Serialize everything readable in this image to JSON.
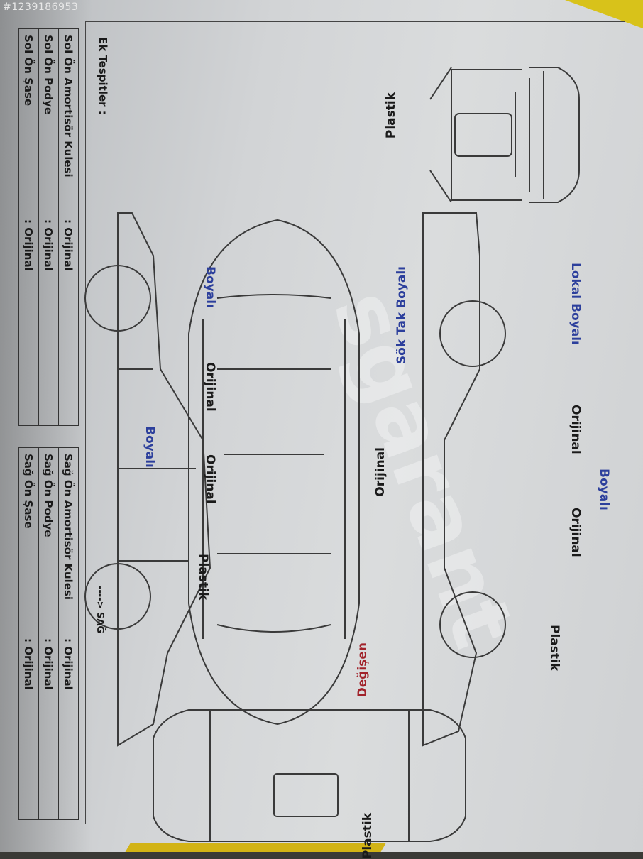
{
  "listing_id": "#1239186953",
  "header": {
    "ek_tespitler": "Ek Tespitler :",
    "direction": "----> SAĞ"
  },
  "left_table": [
    {
      "label": "Sol Ön Şase",
      "value": ": Orijinal"
    },
    {
      "label": "Sol Ön Podye",
      "value": ": Orijinal"
    },
    {
      "label": "Sol Ön Amortisör Kulesi",
      "value": ": Orijinal"
    }
  ],
  "right_table": [
    {
      "label": "Sağ Ön Şase",
      "value": ": Orijinal"
    },
    {
      "label": "Sağ Ön Podye",
      "value": ": Orijinal"
    },
    {
      "label": "Sağ Ön Amortisör Kulesi",
      "value": ": Orijinal"
    }
  ],
  "diagram_labels": {
    "rear_bumper": "Plastik",
    "front_bumper": "Plastik",
    "roof": "Orijinal",
    "trunk": "Sök Tak Boyalı",
    "hood": "Değişen",
    "left_rear_fender": "Boyalı",
    "left_rear_door": "Orijinal",
    "left_sill": "Boyalı",
    "left_front_door": "Orijinal",
    "left_front_fender": "Plastik",
    "right_rear_fender": "Lokal Boyalı",
    "right_rear_door": "Orijinal",
    "right_sill": "Boyalı",
    "right_front_door": "Orijinal",
    "right_front_fender": "Plastik"
  },
  "watermark": "sgarant",
  "colors": {
    "paper": "#d4d6d8",
    "ink": "#1a1a1a",
    "blue_label": "#2c3f9c",
    "red_label": "#a1222a",
    "yellow_edge": "#d2b315"
  }
}
